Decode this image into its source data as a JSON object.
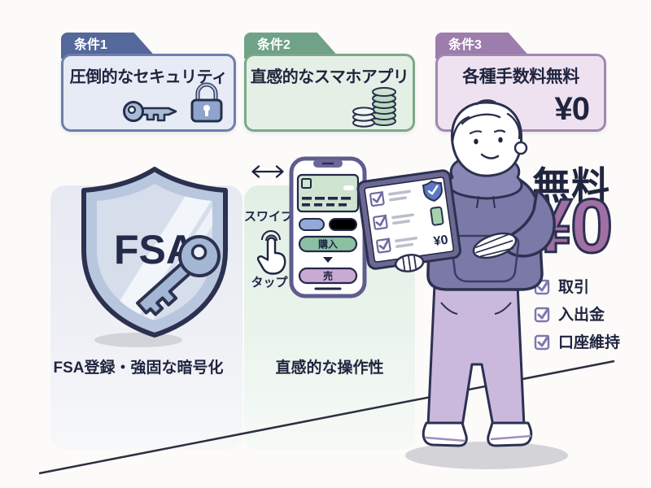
{
  "page": {
    "background": "#fcfbfa",
    "ink": "#20253f"
  },
  "conditions": [
    {
      "tab": "条件1",
      "title": "圧倒的なセキュリティ",
      "icons": [
        "key-icon",
        "lock-icon"
      ],
      "tab_color": "#55689c",
      "body_color": "#e7ebf5",
      "border_color": "#6e7ead"
    },
    {
      "tab": "条件2",
      "title": "直感的なスマホアプリ",
      "icons": [
        "coins-icon"
      ],
      "tab_color": "#6fa287",
      "body_color": "#e4f0e6",
      "border_color": "#7ba98a"
    },
    {
      "tab": "条件3",
      "title": "各種手数料無料",
      "price": "¥0",
      "tab_color": "#9c7dab",
      "body_color": "#eee2f0",
      "border_color": "#a287b0"
    }
  ],
  "security": {
    "shield_label": "FSA",
    "caption": "FSA登録・強固な暗号化",
    "shield_color": "#b9c7de"
  },
  "app": {
    "swipe_label": "スワイプ",
    "tap_label": "タップ",
    "buy_button": "購入",
    "sell_button": "売",
    "caption": "直感的な操作性"
  },
  "fees": {
    "free_label": "無料",
    "price": "¥0",
    "price_color": "#a06fa3",
    "tablet_price": "¥0",
    "items": [
      "取引",
      "入出金",
      "口座維持"
    ]
  }
}
